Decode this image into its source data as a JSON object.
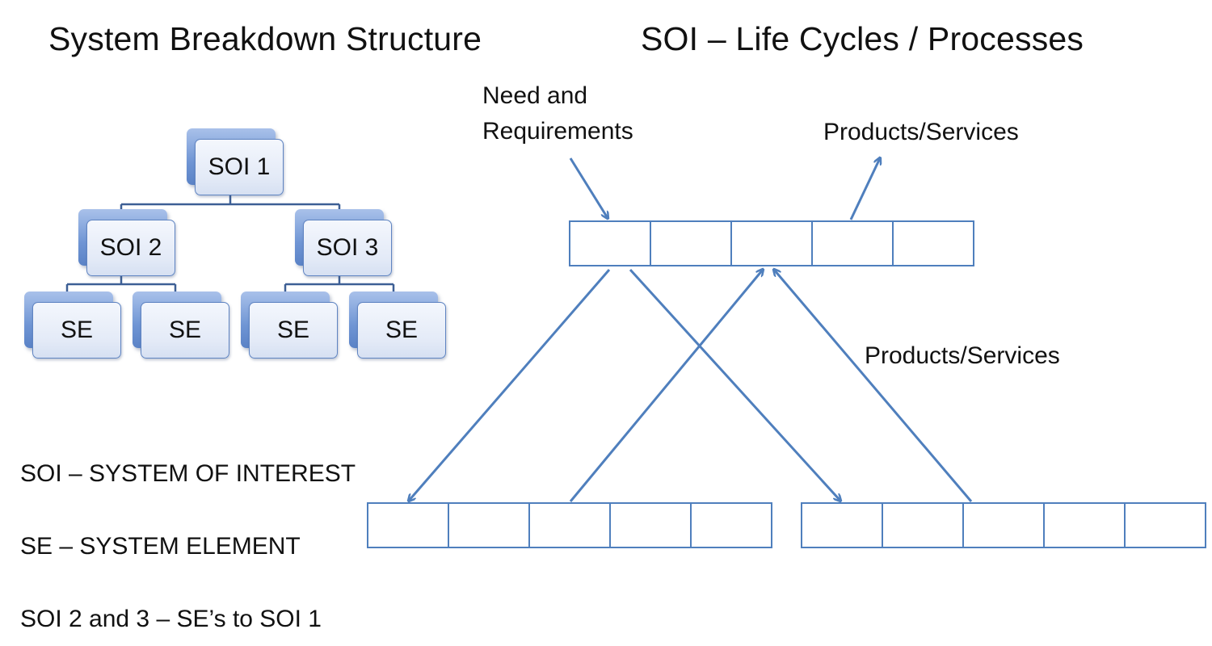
{
  "titles": {
    "breakdown": "System Breakdown Structure",
    "lifecycle": "SOI – Life Cycles / Processes"
  },
  "hierarchy": {
    "root": "SOI 1",
    "children": [
      {
        "label": "SOI 2",
        "elements": [
          "SE",
          "SE"
        ]
      },
      {
        "label": "SOI 3",
        "elements": [
          "SE",
          "SE"
        ]
      }
    ]
  },
  "lifecycle": {
    "input_label_line1": "Need and",
    "input_label_line2": "Requirements",
    "output_label_top": "Products/Services",
    "output_label_return": "Products/Services"
  },
  "legend": [
    "SOI – SYSTEM OF INTEREST",
    "SE – SYSTEM ELEMENT",
    "SOI 2 and 3 – SE’s to SOI 1"
  ],
  "colors": {
    "arrow": "#4f7fbd",
    "box_border": "#4f7fbd"
  }
}
